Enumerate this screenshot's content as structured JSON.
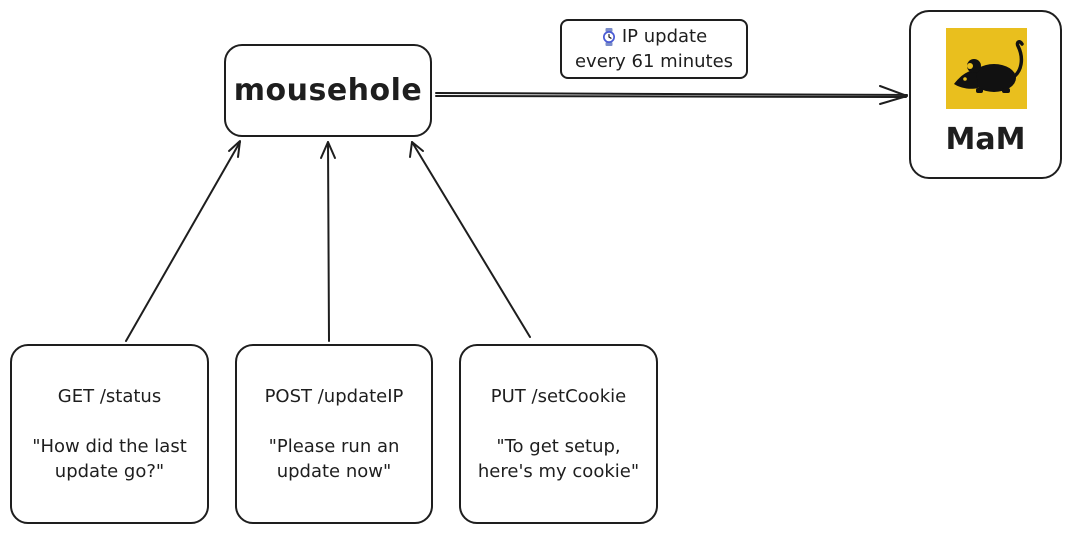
{
  "nodes": {
    "mousehole": {
      "label": "mousehole"
    },
    "mam": {
      "label": "MaM",
      "logo_icon": "rat-icon",
      "logo_background": "#e9bf1e"
    }
  },
  "note": {
    "icon": "watch-icon",
    "line1": "IP update",
    "line2": "every 61 minutes"
  },
  "endpoints": [
    {
      "method": "GET /status",
      "description": "\"How did the last update go?\""
    },
    {
      "method": "POST /updateIP",
      "description": "\"Please run an update now\""
    },
    {
      "method": "PUT /setCookie",
      "description": "\"To get setup, here's my cookie\""
    }
  ],
  "colors": {
    "stroke": "#1e1e1e",
    "background": "#ffffff",
    "logo_yellow": "#e9bf1e"
  }
}
